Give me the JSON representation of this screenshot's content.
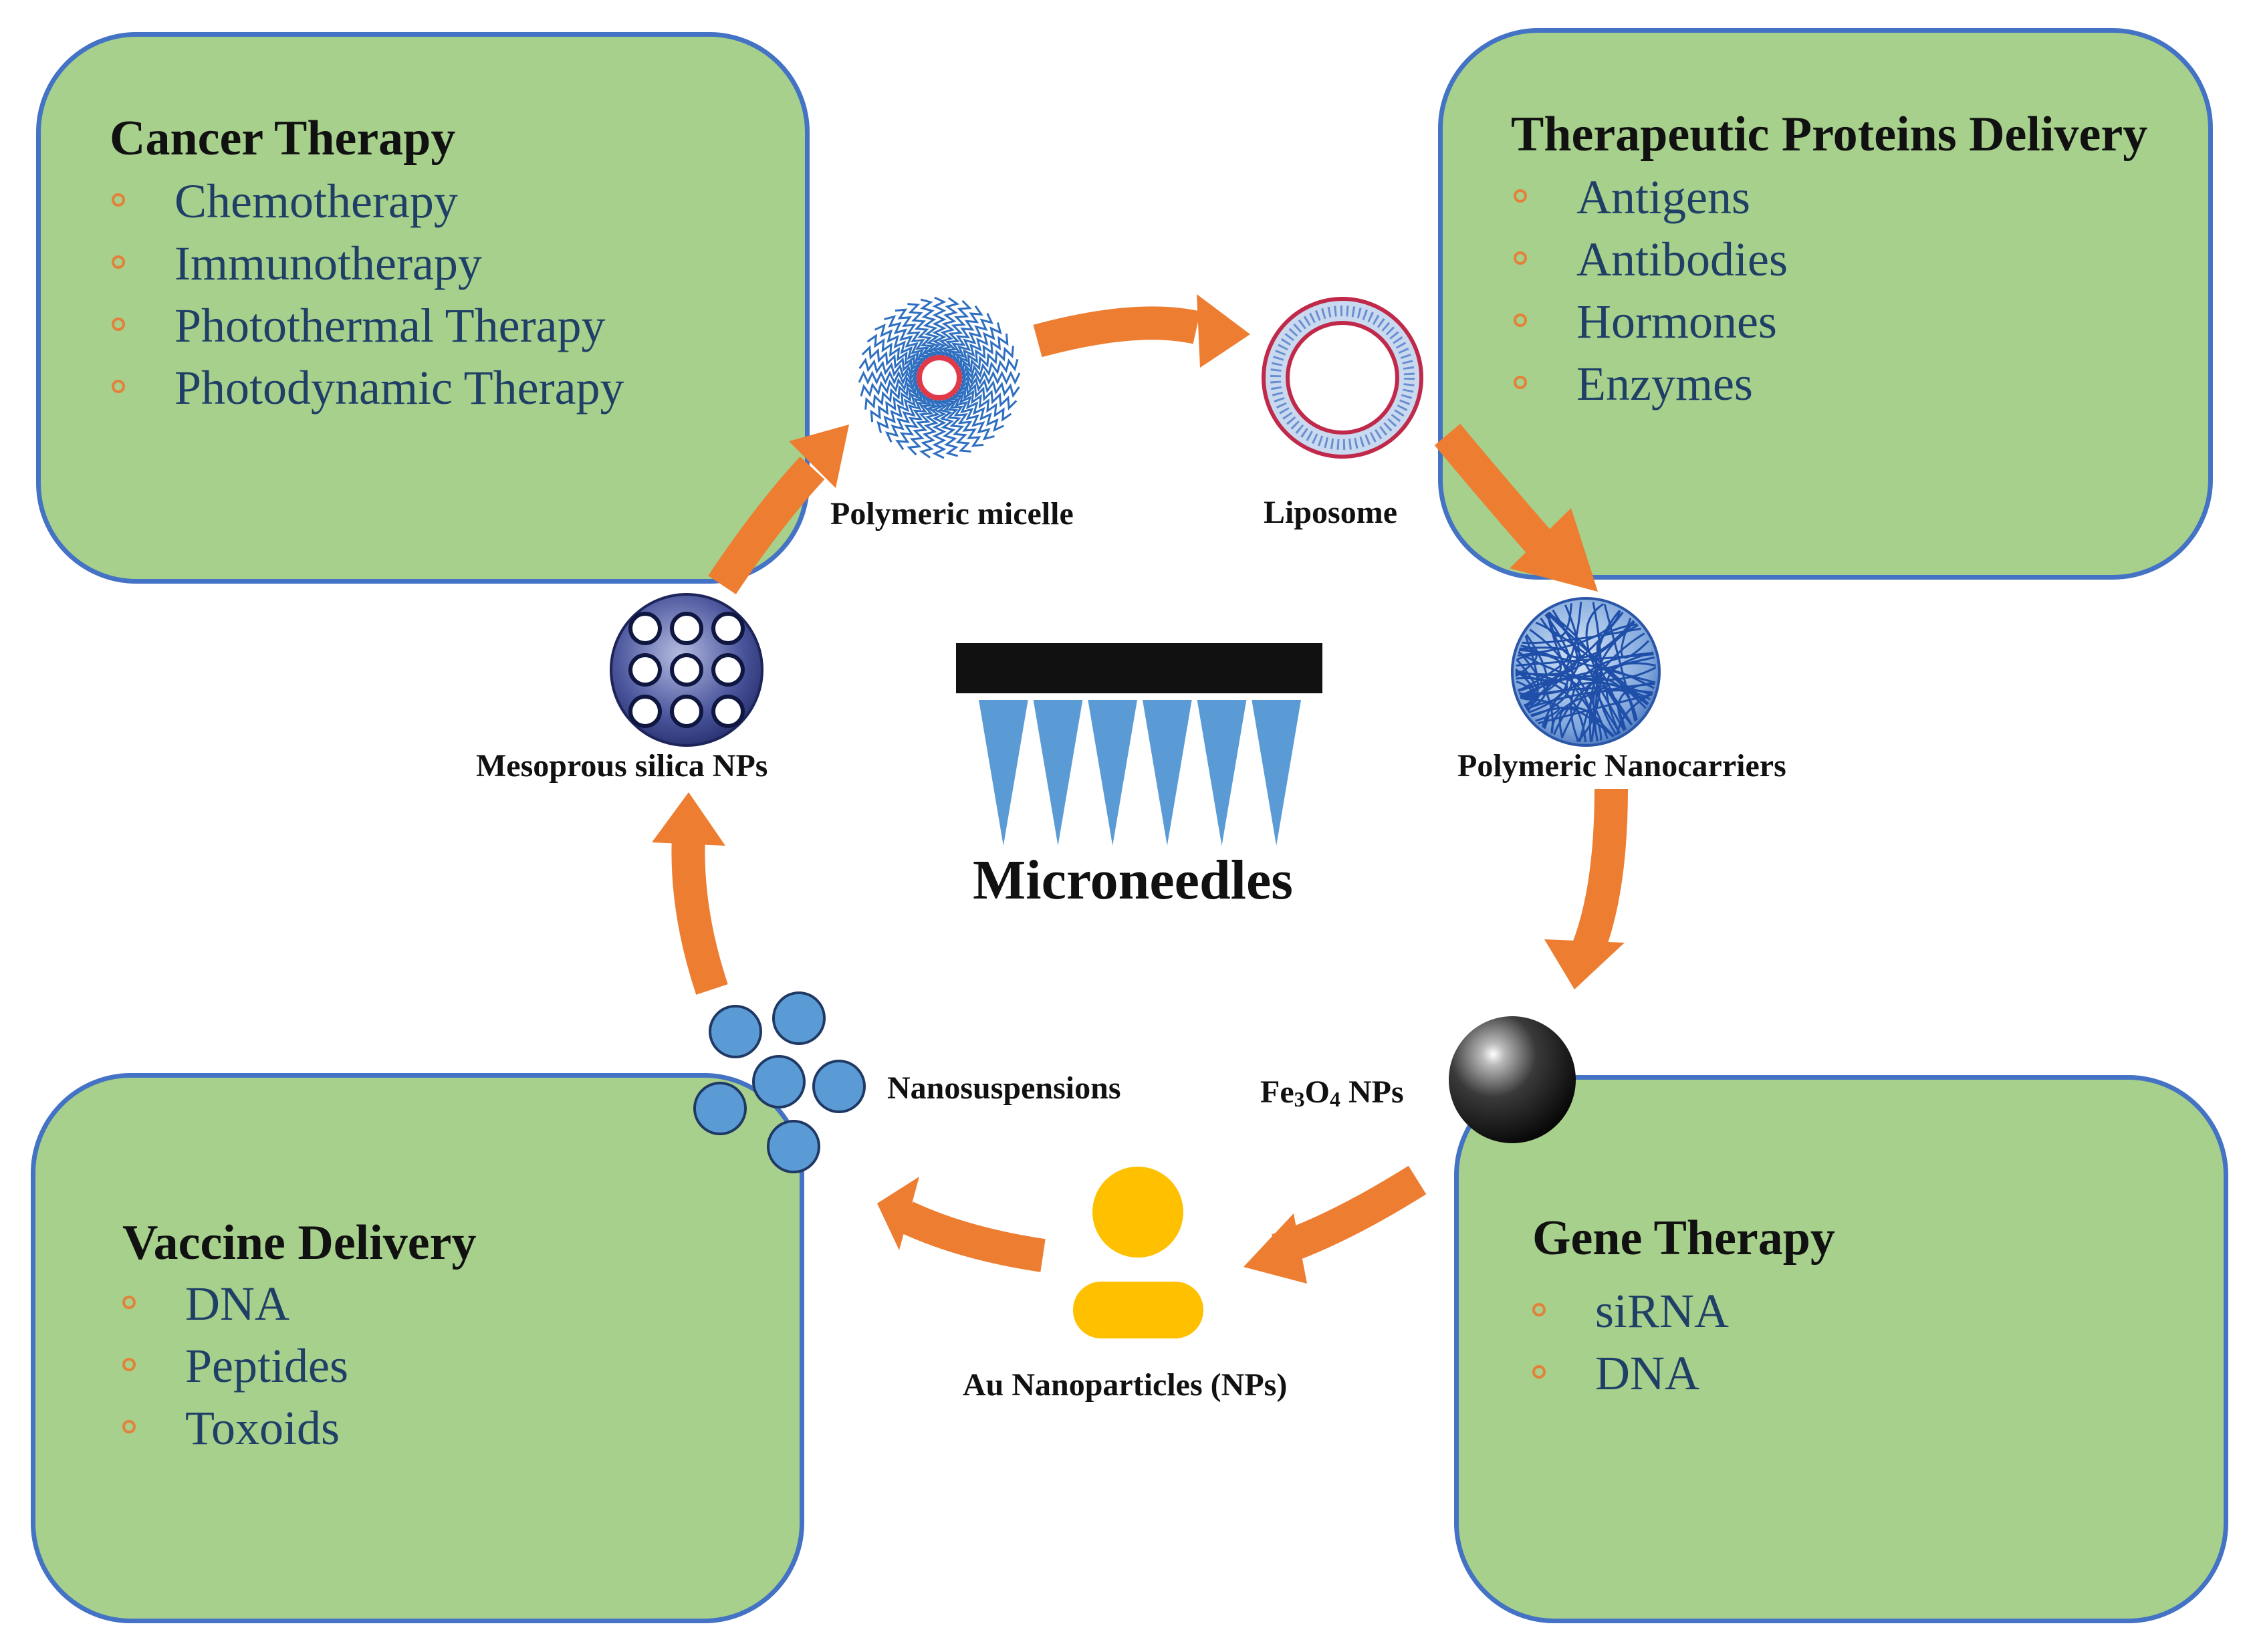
{
  "boxes": {
    "cancer": {
      "title": "Cancer Therapy",
      "items": [
        "Chemotherapy",
        "Immunotherapy",
        "Photothermal Therapy",
        "Photodynamic Therapy"
      ]
    },
    "proteins": {
      "title": "Therapeutic Proteins Delivery",
      "items": [
        "Antigens",
        "Antibodies",
        "Hormones",
        "Enzymes"
      ]
    },
    "vaccine": {
      "title": "Vaccine Delivery",
      "items": [
        "DNA",
        "Peptides",
        "Toxoids"
      ]
    },
    "gene": {
      "title": "Gene Therapy",
      "items": [
        "siRNA",
        "DNA"
      ]
    }
  },
  "center": {
    "title": "Microneedles"
  },
  "nodes": {
    "micelle": "Polymeric micelle",
    "liposome": "Liposome",
    "polymeric_nanocarriers": "Polymeric Nanocarriers",
    "fe3o4_pre": "Fe",
    "fe3o4_sub1": "3",
    "fe3o4_mid": "O",
    "fe3o4_sub2": "4",
    "fe3o4_post": " NPs",
    "au": "Au Nanoparticles (NPs)",
    "nanosuspensions": "Nanosuspensions",
    "silica": "Mesoprous silica NPs"
  },
  "colors": {
    "box_fill": "#a6d08c",
    "box_border": "#4472c4",
    "arrow": "#ed7d31",
    "needle": "#5b9bd5",
    "bullet": "#e3813a",
    "item_text": "#1f3f66",
    "gold": "#ffc000"
  }
}
